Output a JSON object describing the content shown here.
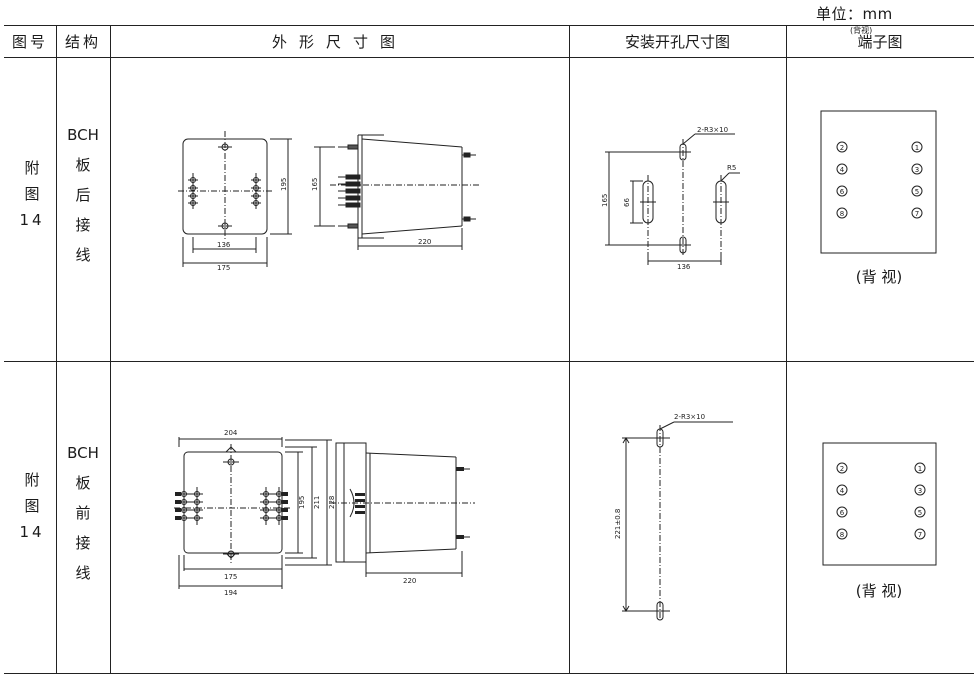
{
  "unit_label": "单位：mm",
  "header": {
    "col1": "图号",
    "col2": "结构",
    "col3": "外形尺寸图",
    "col4": "安装开孔尺寸图",
    "col5": "端子图",
    "col5_note": "(背视)"
  },
  "rows": [
    {
      "fig_no": [
        "附",
        "图",
        "14"
      ],
      "structure": [
        "BCH",
        "板",
        "后",
        "接",
        "线"
      ],
      "outline_dims": {
        "w1": "136",
        "w2": "175",
        "h": "195",
        "side_h": "165",
        "depth": "220"
      },
      "cutout_dims": {
        "holes": "2-R3×10",
        "radius": "R5",
        "h1": "165",
        "h2": "66",
        "w": "136"
      },
      "terminals": [
        "2",
        "1",
        "4",
        "3",
        "6",
        "5",
        "8",
        "7"
      ],
      "terminal_caption": "(背 视)"
    },
    {
      "fig_no": [
        "附",
        "图",
        "14"
      ],
      "structure": [
        "BCH",
        "板",
        "前",
        "接",
        "线"
      ],
      "outline_dims": {
        "top": "204",
        "w1": "175",
        "w2": "194",
        "h1": "195",
        "h2": "211",
        "h3": "228",
        "depth": "220"
      },
      "cutout_dims": {
        "holes": "2-R3×10",
        "h": "221±0.8"
      },
      "terminals": [
        "2",
        "1",
        "4",
        "3",
        "6",
        "5",
        "8",
        "7"
      ],
      "terminal_caption": "(背 视)"
    }
  ]
}
